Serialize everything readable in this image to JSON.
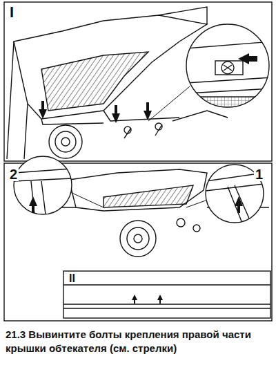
{
  "diagram": {
    "caption": "21.3 Вывинтите болты крепления правой части крышки обтекателя (см. стрелки)",
    "labels": [
      "I",
      "2",
      "1",
      "II"
    ]
  }
}
